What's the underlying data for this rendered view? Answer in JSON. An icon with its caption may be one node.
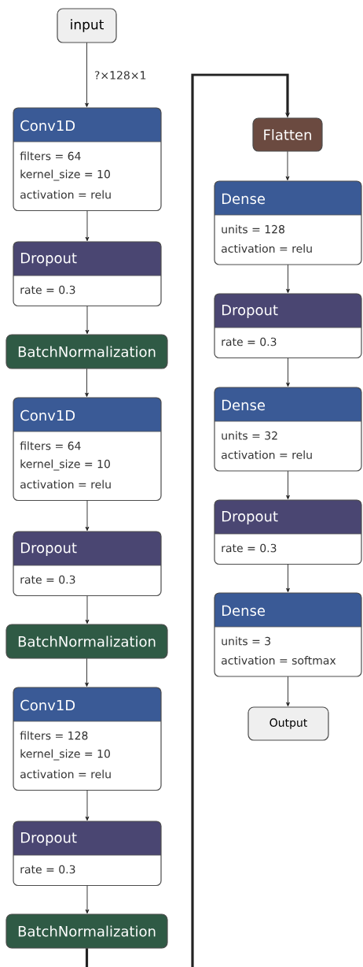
{
  "diagram": {
    "nodes": [
      {
        "text": [
          "input"
        ]
      },
      {
        "text": [
          "Conv1D",
          "filters = 64",
          "kernel_size = 10",
          "activation = relu"
        ]
      },
      {
        "text": [
          "Dropout",
          "rate = 0.3"
        ]
      },
      {
        "text": [
          "BatchNormalization"
        ]
      },
      {
        "text": [
          "Conv1D",
          "filters = 64",
          "kernel_size = 10",
          "activation = relu"
        ]
      },
      {
        "text": [
          "Dropout",
          "rate = 0.3"
        ]
      },
      {
        "text": [
          "BatchNormalization"
        ]
      },
      {
        "text": [
          "Conv1D",
          "filters = 128",
          "kernel_size = 10",
          "activation = relu"
        ]
      },
      {
        "text": [
          "Dropout",
          "rate = 0.3"
        ]
      },
      {
        "text": [
          "BatchNormalization"
        ]
      },
      {
        "text": [
          "Flatten"
        ]
      },
      {
        "text": [
          "Dense",
          "units = 128",
          "activation = relu"
        ]
      },
      {
        "text": [
          "Dropout",
          "rate = 0.3"
        ]
      },
      {
        "text": [
          "Dense",
          "units = 32",
          "activation = relu"
        ]
      },
      {
        "text": [
          "Dropout",
          "rate = 0.3"
        ]
      },
      {
        "text": [
          "Dense",
          "units = 3",
          "activation = softmax"
        ]
      },
      {
        "text": [
          "Output"
        ]
      }
    ],
    "edges": [
      {
        "from": 0,
        "to": 1,
        "arrow": "to",
        "label": "?×128×1"
      },
      {
        "from": 1,
        "to": 2,
        "arrow": "to"
      },
      {
        "from": 2,
        "to": 3,
        "arrow": "to"
      },
      {
        "from": 3,
        "to": 4,
        "arrow": "to"
      },
      {
        "from": 4,
        "to": 5,
        "arrow": "to"
      },
      {
        "from": 5,
        "to": 6,
        "arrow": "to"
      },
      {
        "from": 6,
        "to": 7,
        "arrow": "to"
      },
      {
        "from": 7,
        "to": 8,
        "arrow": "to"
      },
      {
        "from": 8,
        "to": 9,
        "arrow": "to"
      },
      {
        "from": 9,
        "to": 10,
        "arrow": "to",
        "style": "thick"
      },
      {
        "from": 10,
        "to": 11,
        "arrow": "to"
      },
      {
        "from": 11,
        "to": 12,
        "arrow": "to"
      },
      {
        "from": 12,
        "to": 13,
        "arrow": "to"
      },
      {
        "from": 13,
        "to": 14,
        "arrow": "to"
      },
      {
        "from": 14,
        "to": 15,
        "arrow": "to"
      },
      {
        "from": 15,
        "to": 16,
        "arrow": "to"
      }
    ]
  }
}
